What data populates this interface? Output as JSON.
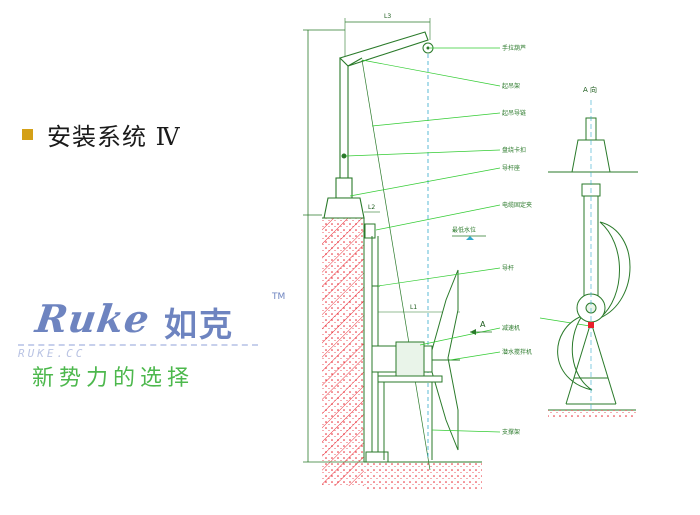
{
  "slide": {
    "title": "安装系统 Ⅳ"
  },
  "logo": {
    "brand": "Ruke",
    "brand_cn": "如克",
    "trademark": "TM",
    "url": "RUKE.CC",
    "slogan": "新势力的选择"
  },
  "diagram": {
    "dimensions": {
      "top_width": "L3",
      "lower_width": "L1",
      "lower_height": "L2"
    },
    "labels": {
      "hand_hoist": "手拉葫芦",
      "lifting_frame": "起吊架",
      "lifting_chain": "起吊导链",
      "cable": "盘绕卡扣",
      "base_bracket": "导杆座",
      "cable_clamp": "电缆固定夹",
      "water_level": "最低水位",
      "guide_rod": "导杆",
      "motor_joint": "减速机",
      "mixer": "潜水搅拌机",
      "bracket": "支撑架",
      "view": "A 向",
      "arrow": "A"
    }
  },
  "colors": {
    "drawing_line": "#2a7a2a",
    "leader": "#33cc33",
    "wall_hatch": "#e8202a",
    "dashed": "#33aacc",
    "logo_blue": "#6e84c0",
    "logo_green": "#4db84d",
    "bullet": "#d4a017"
  }
}
